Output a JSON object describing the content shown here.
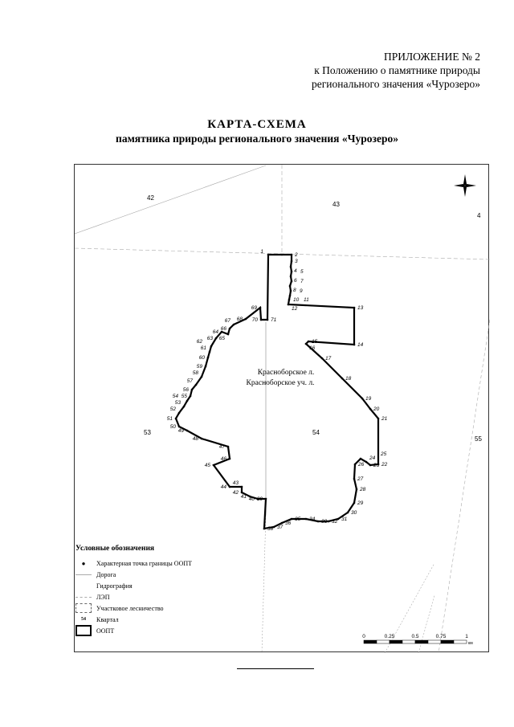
{
  "header": {
    "line1": "ПРИЛОЖЕНИЕ № 2",
    "line2": "к Положению о памятнике природы",
    "line3": "регионального значения «Чурозеро»"
  },
  "title": {
    "main": "КАРТА-СХЕМА",
    "sub": "памятника природы регионального значения «Чурозеро»"
  },
  "map": {
    "quarters": [
      "42",
      "43",
      "53",
      "54",
      "55",
      "4"
    ],
    "area_label1": "Красноборское л.",
    "area_label2": "Красноборское уч. л.",
    "point_labels": [
      "1",
      "2",
      "3",
      "4",
      "5",
      "6",
      "7",
      "8",
      "9",
      "10",
      "11",
      "12",
      "13",
      "14",
      "15",
      "16",
      "17",
      "18",
      "19",
      "20",
      "21",
      "22",
      "23",
      "24",
      "25",
      "26",
      "27",
      "28",
      "29",
      "30",
      "31",
      "32",
      "33",
      "34",
      "35",
      "36",
      "37",
      "38",
      "39",
      "40",
      "41",
      "42",
      "43",
      "44",
      "45",
      "46",
      "47",
      "48",
      "49",
      "50",
      "51",
      "52",
      "53",
      "54",
      "55",
      "56",
      "57",
      "58",
      "59",
      "60",
      "61",
      "62",
      "63",
      "64",
      "65",
      "66",
      "67",
      "68",
      "69",
      "70",
      "71"
    ],
    "scale": {
      "ticks": [
        "0",
        "0.25",
        "0.5",
        "0.75",
        "1"
      ],
      "unit": "км"
    },
    "north_arrow": "compass-rose-icon"
  },
  "legend": {
    "title": "Условные обозначения",
    "items": [
      "Характерная точка границы ООПТ",
      "Дорога",
      "Гидрография",
      "ЛЭП",
      "Участковое лесничество",
      "Квартал",
      "ООПТ"
    ],
    "quarter_sample": "54"
  }
}
